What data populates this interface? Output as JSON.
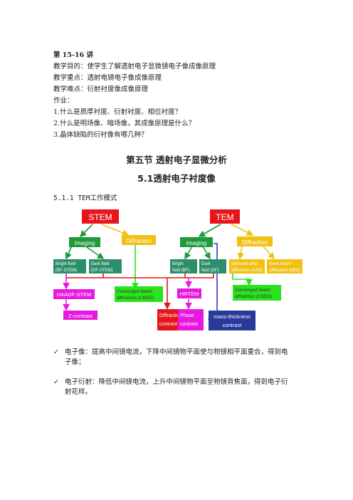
{
  "lecture": {
    "title": "第 15-16 讲",
    "objective": "教学目的：使学生了解透射电子显微镜电子像成像原理",
    "key_point": "教学重点：透射电镜电子像成像原理",
    "difficulty": "教学难点：衍射衬度像成像原理",
    "homework_label": "作业：",
    "questions": [
      "1.什么是质厚衬度、衍射衬度、相位衬度？",
      "2.什么是明场像、暗场像，其成像原理是什么？",
      "3.晶体缺陷的衍衬像有哪几种？"
    ]
  },
  "section": {
    "title": "第五节 透射电子显微分析",
    "subtitle": "5.1透射电子衬度像",
    "subsection": "5.1.1   TEM工作模式"
  },
  "diagram": {
    "stem": "STEM",
    "tem": "TEM",
    "imaging": "Imaging",
    "diffraction": "Diffraction",
    "bf_stem_1": "Bright field",
    "bf_stem_2": "(BF-STEM)",
    "df_stem_1": "Dark field",
    "df_stem_2": "(DF-STEM)",
    "bf_1": "Bright",
    "bf_2": "field (BF)",
    "df_1": "Dark",
    "df_2": "field (DF)",
    "sad_1": "Selected area",
    "sad_2": "diffraction (SAD)",
    "nbd_1": "Nano beam",
    "nbd_2": "diffraction (NBD)",
    "cbed_1": "Converged beam",
    "cbed_2": "diffraction (CBED)",
    "haadf": "HAADF-STEM",
    "hrtem": "HRTEM",
    "zc": "Z-contrast",
    "diffc_1": "Diffraction",
    "diffc_2": "contrast",
    "phase_1": "Phase",
    "phase_2": "contrast",
    "mt_1": "mass-thickness",
    "mt_2": "contrast",
    "colors": {
      "red": "#e8141c",
      "green": "#1e9a3a",
      "yellow": "#f2c012",
      "teal": "#2d8f6a",
      "lime": "#29e31c",
      "magenta": "#e818e0",
      "navy": "#283a9c",
      "blue": "#3040c0"
    }
  },
  "bullets": [
    {
      "mark": "✓",
      "line1": "电子像：提高中间镜电流，下降中间镜物平面使与物镜相平面重合，得到电",
      "line2": "子像；"
    },
    {
      "mark": "✓",
      "line1": "电子衍射：降低中间镜电流，上升中间镜物平面至物镜背焦面，得到电子衍",
      "line2": "射花样。"
    }
  ]
}
